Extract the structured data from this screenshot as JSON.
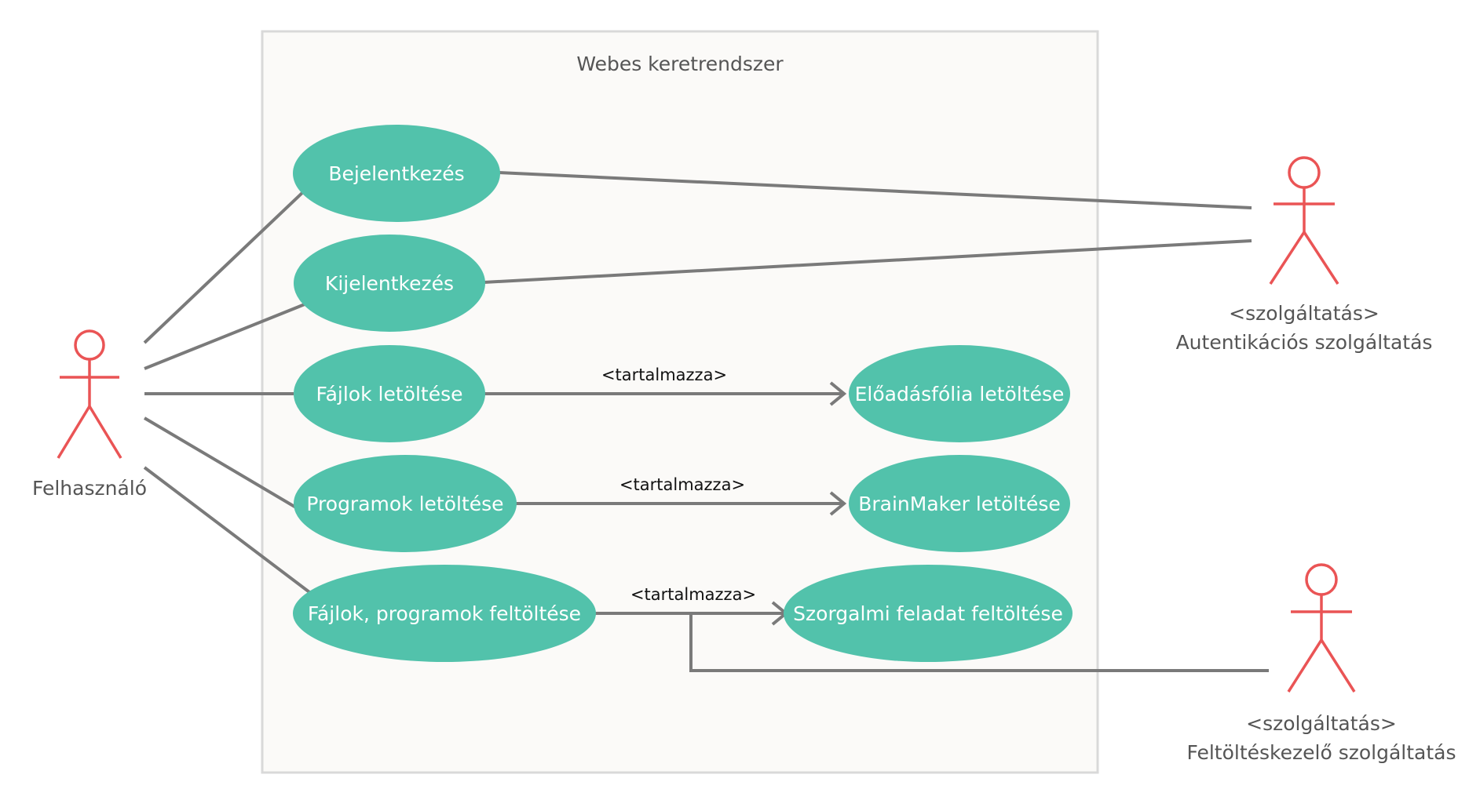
{
  "system": {
    "title": "Webes keretrendszer"
  },
  "actors": {
    "user": {
      "name": "Felhasználó"
    },
    "auth": {
      "stereotype": "<szolgáltatás>",
      "name": "Autentikációs szolgáltatás"
    },
    "upload": {
      "stereotype": "<szolgáltatás>",
      "name": "Feltöltéskezelő szolgáltatás"
    }
  },
  "use_cases": {
    "login": "Bejelentkezés",
    "logout": "Kijelentkezés",
    "download_files": "Fájlok letöltése",
    "download_programs": "Programok letöltése",
    "upload_files_programs": "Fájlok, programok feltöltése",
    "download_slides": "Előadásfólia letöltése",
    "download_brainmaker": "BrainMaker letöltése",
    "upload_homework": "Szorgalmi feladat feltöltése"
  },
  "relations": {
    "include_1": "<tartalmazza>",
    "include_2": "<tartalmazza>",
    "include_3": "<tartalmazza>"
  },
  "colors": {
    "use_case_fill": "#52c2ab",
    "actor_stroke": "#ea5455",
    "connector": "#7a7a7a",
    "system_fill": "#fbfaf8",
    "system_border": "#d9d9d9"
  }
}
